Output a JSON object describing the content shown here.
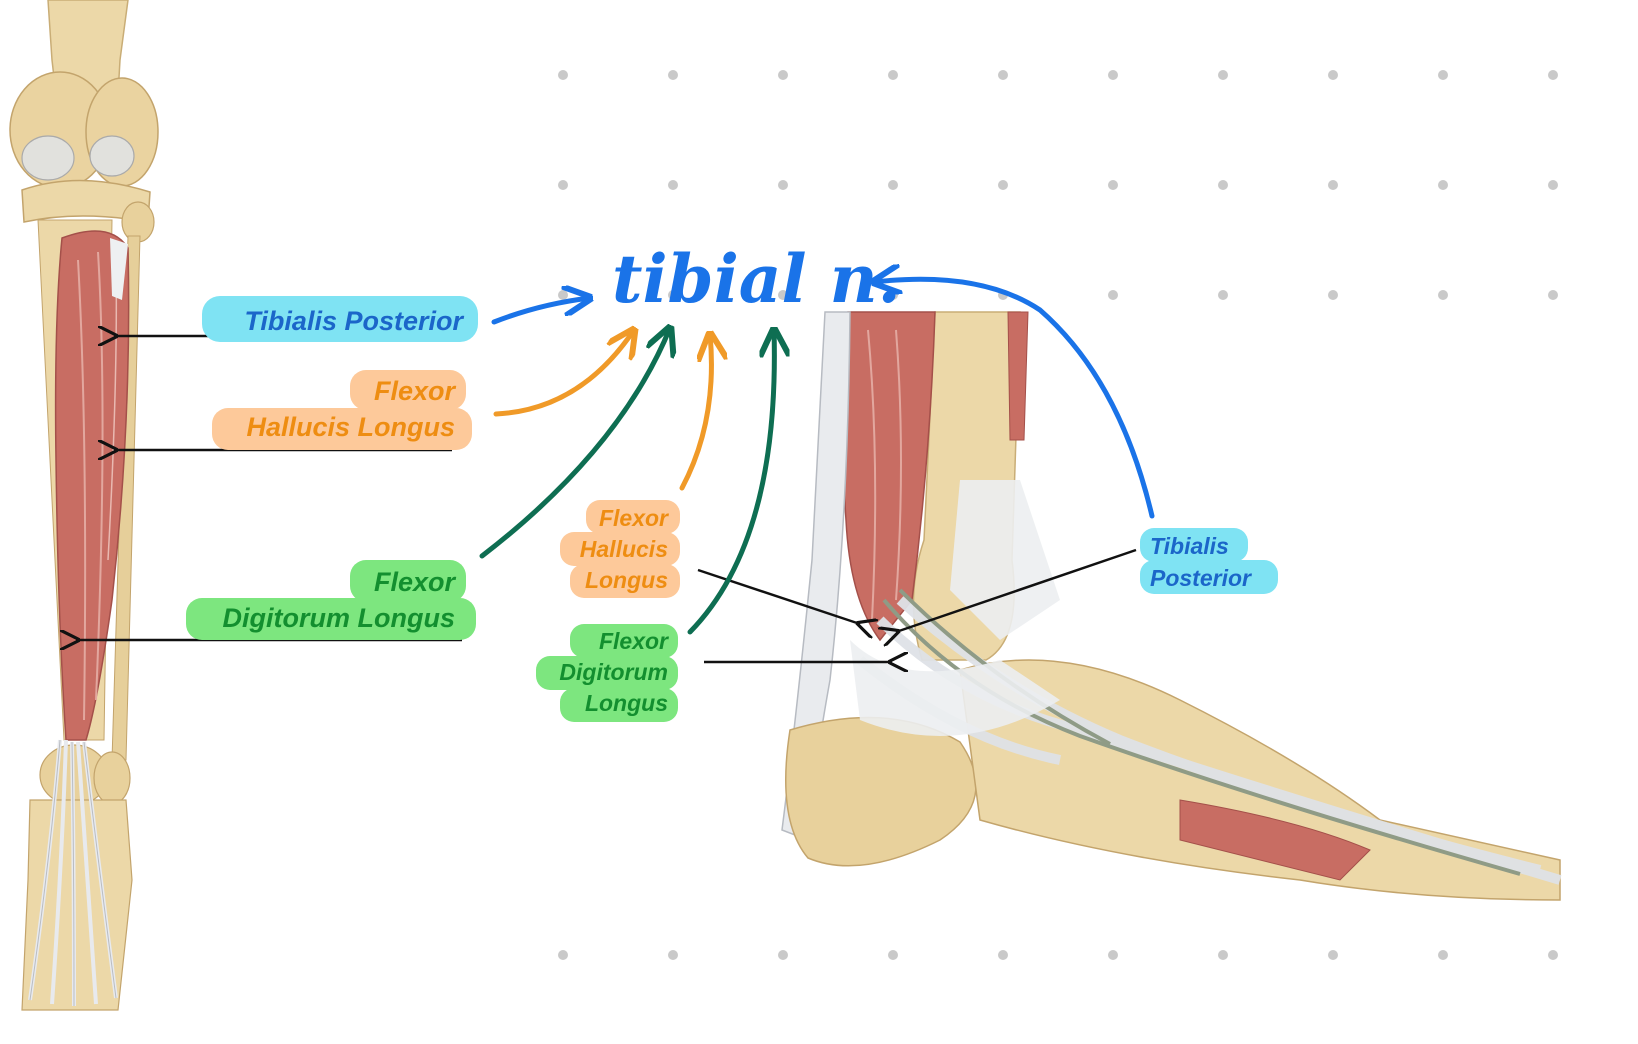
{
  "title": "tibial n.",
  "colors": {
    "blue": "#1a73e8",
    "orange": "#f09a28",
    "green": "#0e6e52",
    "label_blue_bg": "#7fe3f3",
    "label_blue_text": "#1b66c9",
    "label_orange_bg": "#fdc99a",
    "label_orange_text": "#ee8d12",
    "label_green_bg": "#7de67f",
    "label_green_text": "#138f2f",
    "muscle": "#c86d63",
    "bone": "#ecd8a8",
    "tendon": "#e9ebee"
  },
  "labels": {
    "leg": {
      "tibialis_posterior": "Tibialis Posterior",
      "fhl_line1": "Flexor",
      "fhl_line2": "Hallucis Longus",
      "fdl_line1": "Flexor",
      "fdl_line2": "Digitorum Longus"
    },
    "foot": {
      "fhl_line1": "Flexor",
      "fhl_line2": "Hallucis",
      "fhl_line3": "Longus",
      "fdl_line1": "Flexor",
      "fdl_line2": "Digitorum",
      "fdl_line3": "Longus",
      "tp_line1": "Tibialis",
      "tp_line2": "Posterior"
    }
  },
  "icons": {
    "leg_illustration": "posterior-leg-muscles-illustration",
    "foot_illustration": "medial-ankle-foot-illustration"
  }
}
